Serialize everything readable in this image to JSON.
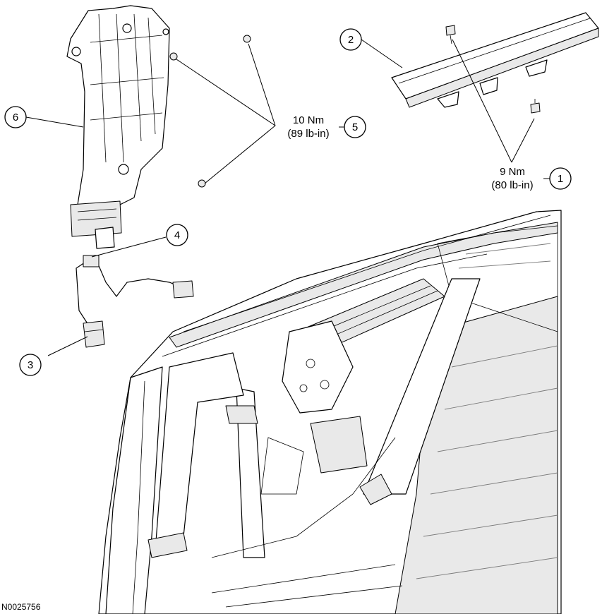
{
  "callouts": [
    {
      "id": "1",
      "label": "1"
    },
    {
      "id": "2",
      "label": "2"
    },
    {
      "id": "3",
      "label": "3"
    },
    {
      "id": "4",
      "label": "4"
    },
    {
      "id": "5",
      "label": "5"
    },
    {
      "id": "6",
      "label": "6"
    }
  ],
  "torque_specs": {
    "item_1": {
      "metric": "9 Nm",
      "imperial": "(80 lb-in)"
    },
    "item_5": {
      "metric": "10 Nm",
      "imperial": "(89 lb-in)"
    }
  },
  "figure_id": "N0025756"
}
